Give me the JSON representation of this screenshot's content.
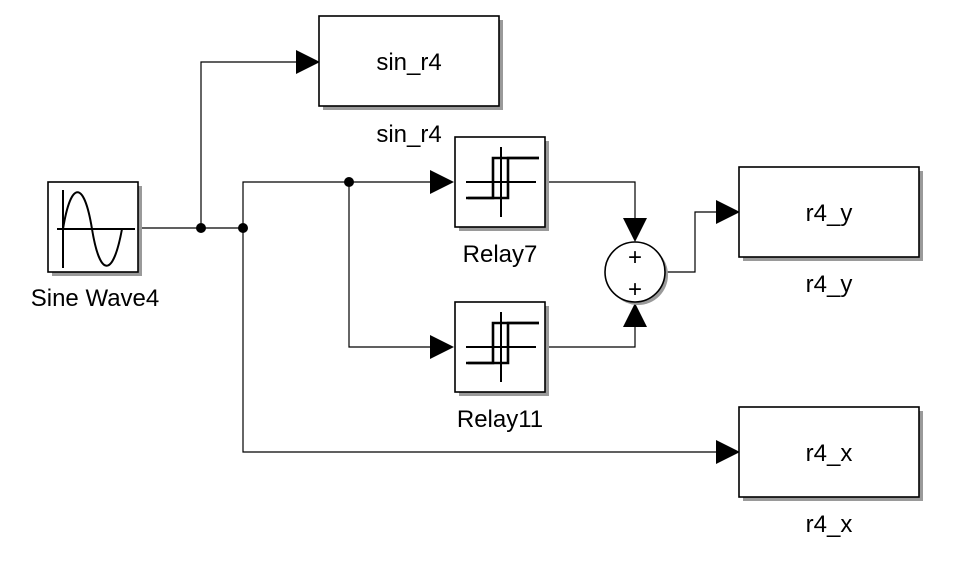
{
  "blocks": {
    "sine_wave": {
      "name_label": "Sine Wave4"
    },
    "sin_r4": {
      "inner_label": "sin_r4",
      "name_label": "sin_r4"
    },
    "relay7": {
      "name_label": "Relay7"
    },
    "relay11": {
      "name_label": "Relay11"
    },
    "sum": {
      "sign_top": "+",
      "sign_bottom": "+"
    },
    "r4_y": {
      "inner_label": "r4_y",
      "name_label": "r4_y"
    },
    "r4_x": {
      "inner_label": "r4_x",
      "name_label": "r4_x"
    }
  },
  "colors": {
    "block_stroke": "#000000",
    "block_fill": "#ffffff",
    "background": "#ffffff"
  }
}
